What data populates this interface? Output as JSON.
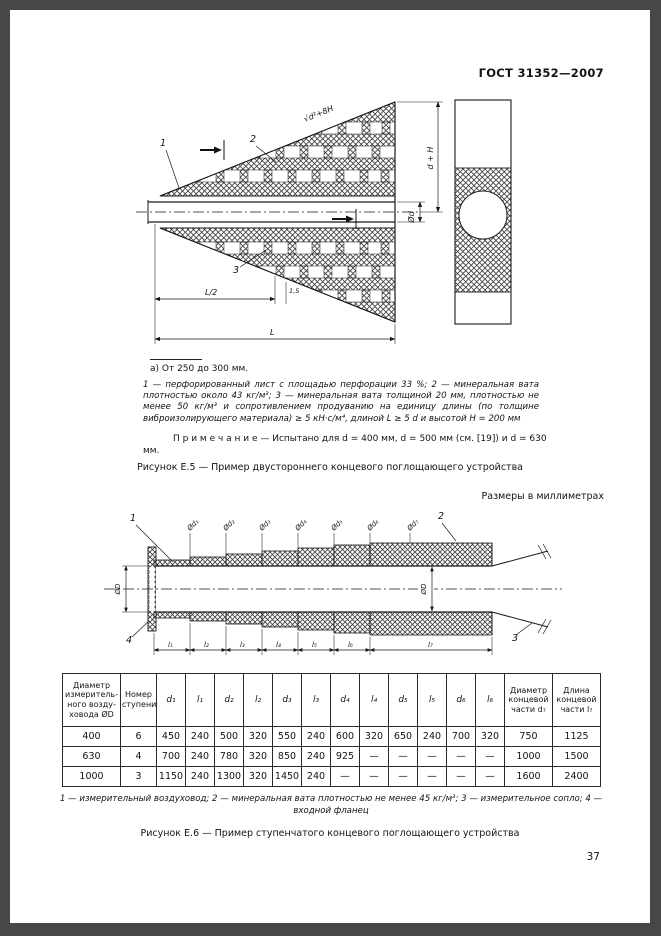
{
  "page": {
    "header": "ГОСТ 31352—2007",
    "number": "37"
  },
  "fig_e5": {
    "caption_a": "а) От 250 до 300 мм.",
    "legend": "1 — перфорированный лист с площадью перфорации 33 %; 2 — минеральная вата плотностью около 43 кг/м³; 3 — минеральная вата толщиной 20 мм, плотностью не менее 50 кг/м³ и сопротивлением продуванию на единицу длины (по толщине виброизолирующего материала) ≥ 5 кН·с/м⁴, длиной L ≥ 5 d и высотой H = 200 мм",
    "note": "П р и м е ч а н и е — Испытано для d = 400 мм, d = 500 мм  (см. [19]) и d = 630 мм.",
    "caption": "Рисунок Е.5 — Пример двустороннего концевого поглощающего устройства",
    "labels": {
      "c1": "1",
      "c2": "2",
      "c3": "3",
      "diag": "√d²+8H",
      "od": "Ød",
      "dh": "d + H",
      "l_half": "L/2",
      "l": "L",
      "t": "1,5"
    }
  },
  "fig_e6": {
    "units": "Размеры в миллиметрах",
    "legend": "1 — измерительный воздуховод; 2 — минеральная вата плотностью не менее  45 кг/м³; 3 — измерительное сопло; 4 — входной фланец",
    "caption": "Рисунок Е.6 — Пример ступенчатого концевого поглощающего устройства",
    "labels": {
      "c1": "1",
      "c2": "2",
      "c3": "3",
      "c4": "4",
      "dl": "ØD",
      "dr": "ØD",
      "od1": "Ød₁",
      "od2": "Ød₂",
      "od3": "Ød₃",
      "od4": "Ød₄",
      "od5": "Ød₅",
      "od6": "Ød₆",
      "od7": "Ød₇",
      "l1": "l₁",
      "l2": "l₂",
      "l3": "l₃",
      "l4": "l₄",
      "l5": "l₅",
      "l6": "l₆",
      "l7": "l₇"
    }
  },
  "table": {
    "headers": [
      "Диаметр измеритель- ного возду- ховода ØD",
      "Номер ступени",
      "d₁",
      "l₁",
      "d₂",
      "l₂",
      "d₃",
      "l₃",
      "d₄",
      "l₄",
      "d₅",
      "l₅",
      "d₆",
      "l₆",
      "Диаметр концевой части d₇",
      "Длина концевой части l₇"
    ],
    "rows": [
      [
        "400",
        "6",
        "450",
        "240",
        "500",
        "320",
        "550",
        "240",
        "600",
        "320",
        "650",
        "240",
        "700",
        "320",
        "750",
        "1125"
      ],
      [
        "630",
        "4",
        "700",
        "240",
        "780",
        "320",
        "850",
        "240",
        "925",
        "—",
        "—",
        "—",
        "—",
        "—",
        "1000",
        "1500"
      ],
      [
        "1000",
        "3",
        "1150",
        "240",
        "1300",
        "320",
        "1450",
        "240",
        "—",
        "—",
        "—",
        "—",
        "—",
        "—",
        "1600",
        "2400"
      ]
    ]
  }
}
